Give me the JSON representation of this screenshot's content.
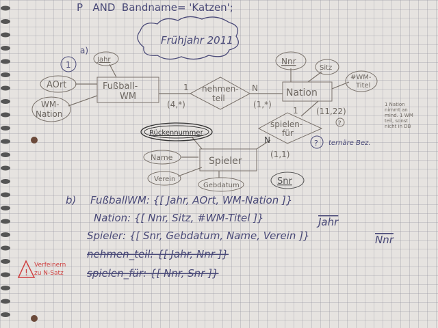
{
  "header_sql": "P   AND  Bandname= 'Katzen';",
  "cloud_title": "Frühjahr 2011",
  "part_a": {
    "label": "a)",
    "circled_number": "1",
    "entities": {
      "fussball_wm": [
        "Fußball-",
        "WM"
      ],
      "nation": "Nation",
      "spieler": "Spieler"
    },
    "relationships": {
      "nehmen_teil": [
        "nehmen-",
        "teil"
      ],
      "spielen_fuer": [
        "spielen-",
        "für"
      ]
    },
    "attributes": {
      "jahr": "Jahr",
      "aort": "AOrt",
      "wm_nation": [
        "WM-",
        "Nation"
      ],
      "nnr": "Nnr",
      "sitz": "Sitz",
      "wm_titel": [
        "#WM-",
        "Titel"
      ],
      "rueckennummer": "Rückennummer",
      "name": "Name",
      "verein": "Verein",
      "gebdatum": "Gebdatum",
      "snr": "Snr"
    },
    "cardinalities": {
      "wm_side": "1",
      "nation_side": "N",
      "wm_minmax": "(4,*)",
      "nation_minmax": "(1,*)",
      "nation_spielt": "1",
      "nation_spielt_minmax": "(11,22)",
      "spieler_side": "N",
      "spieler_minmax": "(1,1)"
    },
    "question_mark": "?",
    "ternary_note": "ternäre Bez.",
    "side_note": [
      "1 Nation",
      "nimmt an",
      "mind. 1 WM",
      "teil, sonst",
      "nicht in DB"
    ]
  },
  "part_b": {
    "label": "b)",
    "lines": [
      "FußballWM: {[ Jahr, AOrt, WM-Nation ]}",
      "Nation: {[ Nnr, Sitz, #WM-Titel ]}",
      "Spieler: {[ Snr, Gebdatum, Name, Verein ]}",
      "nehmen_teil: {[ Jahr, Nnr ]}",
      "spielen_für: {[ Nnr, Snr ]}"
    ],
    "fk_jahr": "Jahr",
    "fk_nnr": "Nnr",
    "warning": [
      "Verfeinern",
      "zu N-Satz"
    ]
  }
}
